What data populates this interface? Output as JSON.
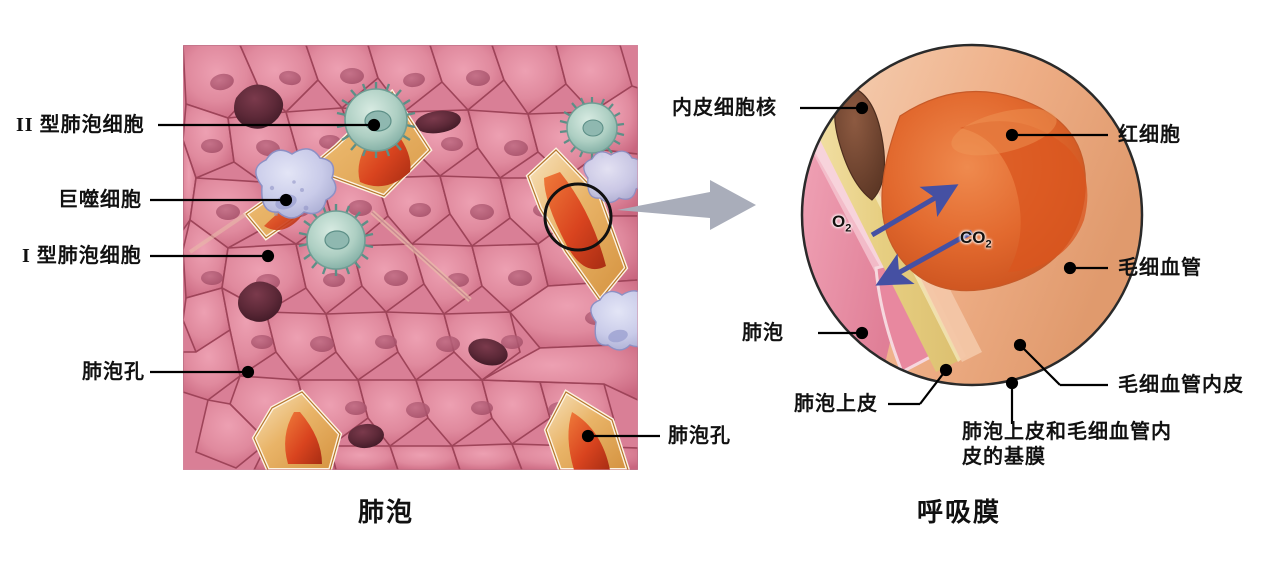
{
  "figure": {
    "title_left": "肺泡",
    "title_right": "呼吸膜"
  },
  "left_panel": {
    "caption": "肺泡",
    "labels": [
      {
        "id": "type2",
        "text": "II 型肺泡细胞",
        "side": "left"
      },
      {
        "id": "macrophage",
        "text": "巨噬细胞",
        "side": "left"
      },
      {
        "id": "type1",
        "text": "I 型肺泡细胞",
        "side": "left"
      },
      {
        "id": "pore_left",
        "text": "肺泡孔",
        "side": "left"
      },
      {
        "id": "pore_right",
        "text": "肺泡孔",
        "side": "right"
      }
    ]
  },
  "right_panel": {
    "caption": "呼吸膜",
    "labels": [
      {
        "id": "endo_nucleus",
        "text": "内皮细胞核",
        "side": "left"
      },
      {
        "id": "rbc",
        "text": "红细胞",
        "side": "right"
      },
      {
        "id": "capillary",
        "text": "毛细血管",
        "side": "right"
      },
      {
        "id": "alveolus",
        "text": "肺泡",
        "side": "left"
      },
      {
        "id": "alv_epithelium",
        "text": "肺泡上皮",
        "side": "left"
      },
      {
        "id": "basement_membrane",
        "text": "肺泡上皮和毛细血管内皮的基膜",
        "side": "bottom"
      },
      {
        "id": "cap_endothelium",
        "text": "毛细血管内皮",
        "side": "right"
      }
    ],
    "gas_labels": [
      {
        "id": "o2",
        "text": "O",
        "sub": "2"
      },
      {
        "id": "co2",
        "text": "CO",
        "sub": "2"
      }
    ]
  },
  "colors": {
    "alveolar_pink": "#e08a9e",
    "alveolar_pink_dark": "#c9667f",
    "cell_border": "#9e4459",
    "type2_teal": "#a8c9bd",
    "type2_teal_dark": "#5d8f87",
    "macrophage_lavender": "#c7c9e8",
    "septum_gold": "#e3a84f",
    "septum_cream": "#f2d9a8",
    "capillary_red": "#d9441f",
    "rbc_orange": "#e2692e",
    "endothelium_peach": "#eeae86",
    "basement_yellow": "#ead287",
    "nucleus_brown": "#7a4a35",
    "gas_arrow_blue": "#4550a3",
    "connector_gray": "#a9adba",
    "leader_black": "#000000"
  },
  "connector": {
    "name": "zoom-arrow",
    "direction": "right"
  }
}
